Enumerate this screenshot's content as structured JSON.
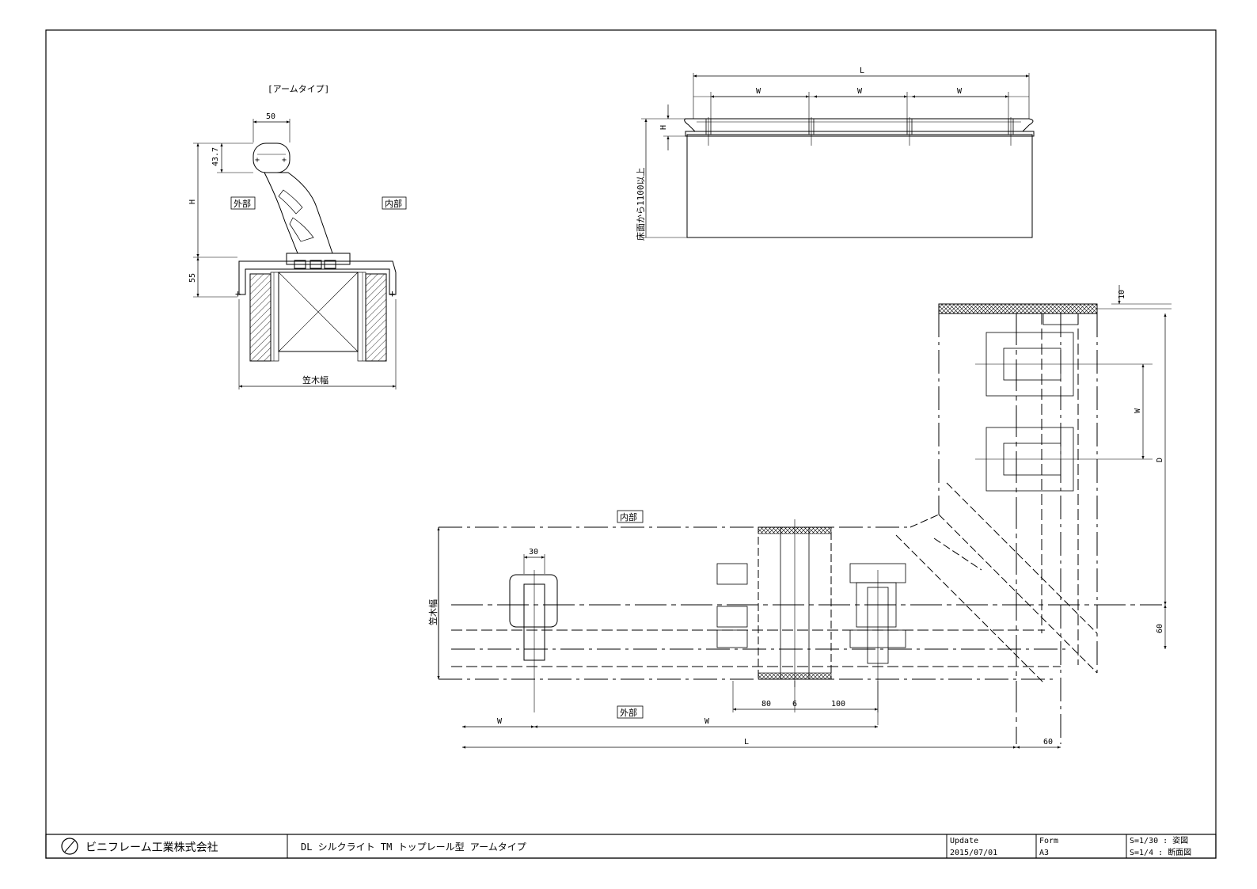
{
  "section": {
    "title": "[アームタイプ]",
    "dim_width": "50",
    "dim_rail_height": "43.7",
    "dim_h": "H",
    "dim_base": "55",
    "label_exterior": "外部",
    "label_interior": "内部",
    "dim_coping_width": "笠木幅"
  },
  "elevation": {
    "dim_l": "L",
    "dim_w1": "W",
    "dim_w2": "W",
    "dim_w3": "W",
    "dim_h": "H",
    "note_height": "床面から1100以上"
  },
  "plan": {
    "label_interior": "内部",
    "label_exterior": "外部",
    "dim_coping_width": "笠木幅",
    "dim_30": "30",
    "dim_80": "80",
    "dim_6": "6",
    "dim_100": "100",
    "dim_w_left": "W",
    "dim_w_mid": "W",
    "dim_l": "L",
    "dim_60_bottom": "60",
    "dim_10": "10",
    "dim_w_right": "W",
    "dim_d": "D",
    "dim_60_right": "60"
  },
  "title_block": {
    "company": "ビニフレーム工業株式会社",
    "drawing_title": "DL シルクライト TM トップレール型 アームタイプ",
    "update_label": "Update",
    "update_value": "2015/07/01",
    "form_label": "Form",
    "form_value": "A3",
    "scale_1": "S=1/30 : 姿図",
    "scale_2": "S=1/4 : 断面図"
  }
}
